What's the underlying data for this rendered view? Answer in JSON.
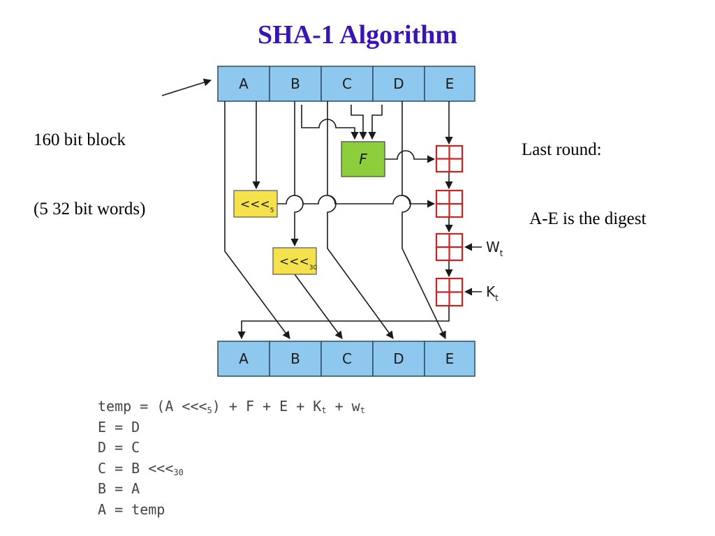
{
  "title": "SHA-1 Algorithm",
  "left_note": {
    "line1": "160 bit block",
    "line2": "(5 32 bit words)"
  },
  "right_note": {
    "line1": "Last round:",
    "line2": "  A-E is the digest"
  },
  "diagram": {
    "input_registers": [
      "A",
      "B",
      "C",
      "D",
      "E"
    ],
    "output_registers": [
      "A",
      "B",
      "C",
      "D",
      "E"
    ],
    "function_label": "F",
    "rotate_a": {
      "text": "<<<",
      "sub": "5"
    },
    "rotate_b": {
      "text": "<<<",
      "sub": "30"
    },
    "input_w": {
      "text": "W",
      "sub": "t"
    },
    "input_k": {
      "text": "K",
      "sub": "t"
    },
    "colors": {
      "register": "#8fc8ee",
      "function": "#8dce3c",
      "rotate": "#f5e14b",
      "adder": "#cc2222",
      "title": "#3a14b4"
    }
  },
  "pseudocode": {
    "line1": {
      "a": "temp = (A <<<",
      "a_sub": "5",
      "b": ") + F + E + K",
      "b_sub": "t",
      "c": " + w",
      "c_sub": "t"
    },
    "line2": "E = D",
    "line3": "D = C",
    "line4": {
      "a": "C = B <<<",
      "a_sub": "30"
    },
    "line5": "B = A",
    "line6": "A = temp"
  }
}
